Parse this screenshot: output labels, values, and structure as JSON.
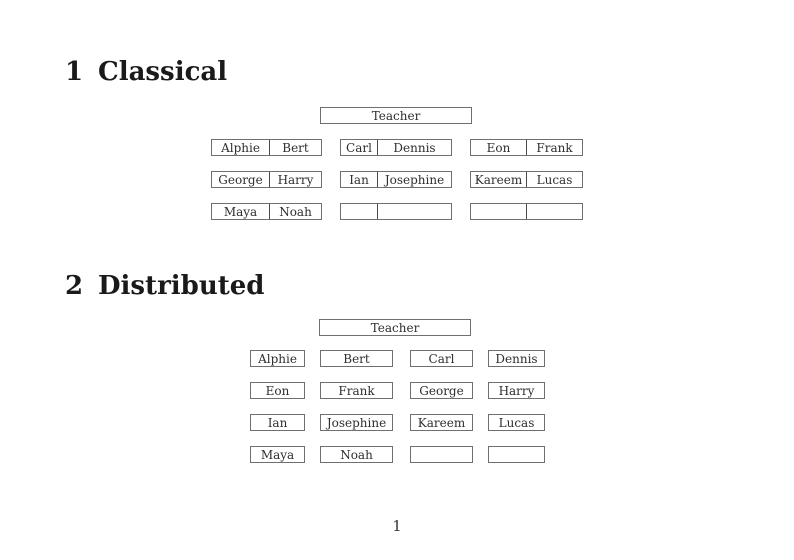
{
  "page": {
    "number": "1"
  },
  "sections": [
    {
      "number": "1",
      "title": "Classical",
      "teacher_label": "Teacher",
      "rows": [
        [
          [
            "Alphie",
            "Bert"
          ],
          [
            "Carl",
            "Dennis"
          ],
          [
            "Eon",
            "Frank"
          ]
        ],
        [
          [
            "George",
            "Harry"
          ],
          [
            "Ian",
            "Josephine"
          ],
          [
            "Kareem",
            "Lucas"
          ]
        ],
        [
          [
            "Maya",
            "Noah"
          ],
          [
            "",
            ""
          ],
          [
            "",
            ""
          ]
        ]
      ]
    },
    {
      "number": "2",
      "title": "Distributed",
      "teacher_label": "Teacher",
      "rows": [
        [
          "Alphie",
          "Bert",
          "Carl",
          "Dennis"
        ],
        [
          "Eon",
          "Frank",
          "George",
          "Harry"
        ],
        [
          "Ian",
          "Josephine",
          "Kareem",
          "Lucas"
        ],
        [
          "Maya",
          "Noah",
          "",
          ""
        ]
      ]
    }
  ]
}
